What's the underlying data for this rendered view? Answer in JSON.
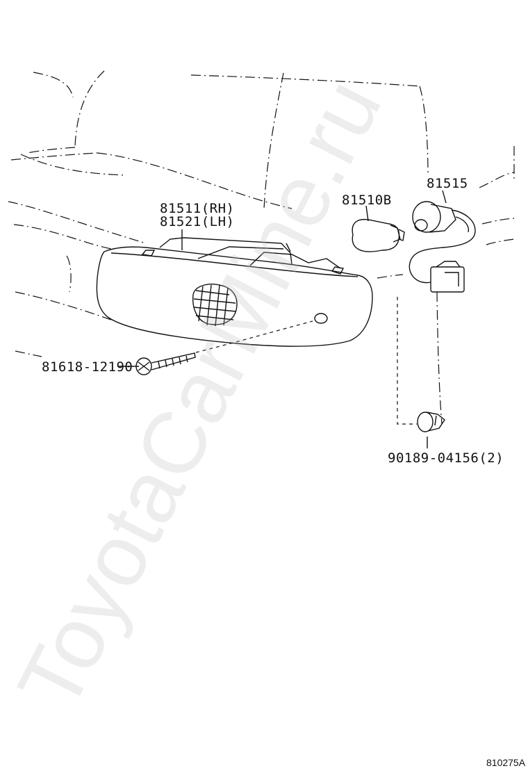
{
  "labels": {
    "lamp_rh": "81511(RH)",
    "lamp_lh": "81521(LH)",
    "bulb": "81510B",
    "socket": "81515",
    "screw": "81618-12190",
    "clip": "90189-04156(2)"
  },
  "watermark": "ToyotaCarMine.ru",
  "diagram_code": "810275A"
}
